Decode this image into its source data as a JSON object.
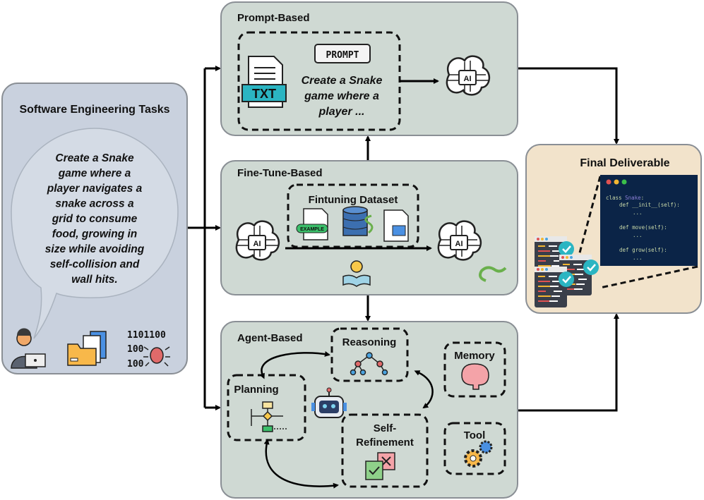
{
  "left_panel": {
    "title": "Software Engineering Tasks",
    "task_lines": [
      "Create a Snake",
      "game where a",
      "player navigates a",
      "snake across a",
      "grid to consume",
      "food, growing in",
      "size while avoiding",
      "self-collision and",
      "wall hits."
    ],
    "binary_lines": [
      "1101100",
      "100",
      "100"
    ],
    "fill": "#c9d1de"
  },
  "prompt_panel": {
    "title": "Prompt-Based",
    "txt_label": "TXT",
    "prompt_badge": "PROMPT",
    "prompt_lines": [
      "Create a Snake",
      "game where a",
      "player ..."
    ],
    "ai_label": "AI",
    "fill": "#cfd9d3"
  },
  "finetune_panel": {
    "title": "Fine-Tune-Based",
    "dataset_title": "Fintuning Dataset",
    "example_label": "EXAMPLE",
    "ai_left_label": "AI",
    "ai_right_label": "AI"
  },
  "agent_panel": {
    "title": "Agent-Based",
    "modules": {
      "reasoning": "Reasoning",
      "memory": "Memory",
      "planning": "Planning",
      "self_refinement": [
        "Self-",
        "Refinement"
      ],
      "tool": "Tool"
    }
  },
  "final_panel": {
    "title": "Final Deliverable",
    "fill": "#f2e3cb",
    "code_bg": "#0b2447",
    "code_lines": [
      {
        "kw": "class ",
        "name": "Snake",
        "rest": ":",
        "indent": 0
      },
      {
        "kw": "def ",
        "name": "",
        "rest": "__init__(self):",
        "indent": 1
      },
      {
        "kw": "",
        "name": "",
        "rest": "...",
        "indent": 2
      },
      {
        "kw": "def ",
        "name": "",
        "rest": "move(self):",
        "indent": 1
      },
      {
        "kw": "",
        "name": "",
        "rest": "...",
        "indent": 2
      },
      {
        "kw": "def ",
        "name": "",
        "rest": "grow(self):",
        "indent": 1
      },
      {
        "kw": "",
        "name": "",
        "rest": "...",
        "indent": 2
      }
    ]
  }
}
